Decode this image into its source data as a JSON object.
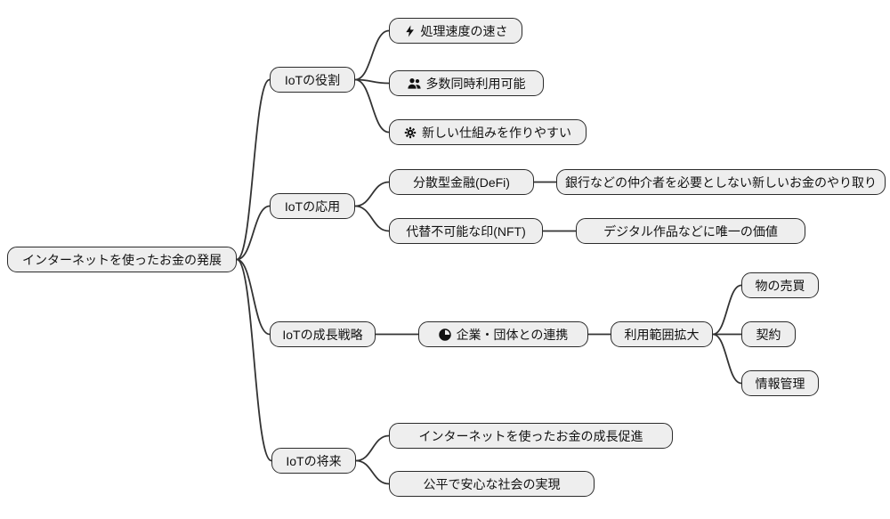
{
  "colors": {
    "background": "#ffffff",
    "node_fill": "#eeeeee",
    "node_border": "#2b2b2b",
    "text": "#111111",
    "connector": "#333333"
  },
  "mindmap": {
    "root": {
      "label": "インターネットを使ったお金の発展",
      "children": [
        {
          "label": "IoTの役割",
          "children": [
            {
              "icon": "bolt-icon",
              "label": "処理速度の速さ"
            },
            {
              "icon": "users-icon",
              "label": "多数同時利用可能"
            },
            {
              "icon": "gear-icon",
              "label": "新しい仕組みを作りやすい"
            }
          ]
        },
        {
          "label": "IoTの応用",
          "children": [
            {
              "label": "分散型金融(DeFi)",
              "children": [
                {
                  "label": "銀行などの仲介者を必要としない新しいお金のやり取り"
                }
              ]
            },
            {
              "label": "代替不可能な印(NFT)",
              "children": [
                {
                  "label": "デジタル作品などに唯一の価値"
                }
              ]
            }
          ]
        },
        {
          "label": "IoTの成長戦略",
          "children": [
            {
              "icon": "pie-chart-icon",
              "label": "企業・団体との連携",
              "children": [
                {
                  "label": "利用範囲拡大",
                  "children": [
                    {
                      "label": "物の売買"
                    },
                    {
                      "label": "契約"
                    },
                    {
                      "label": "情報管理"
                    }
                  ]
                }
              ]
            }
          ]
        },
        {
          "label": "IoTの将来",
          "children": [
            {
              "label": "インターネットを使ったお金の成長促進"
            },
            {
              "label": "公平で安心な社会の実現"
            }
          ]
        }
      ]
    }
  }
}
